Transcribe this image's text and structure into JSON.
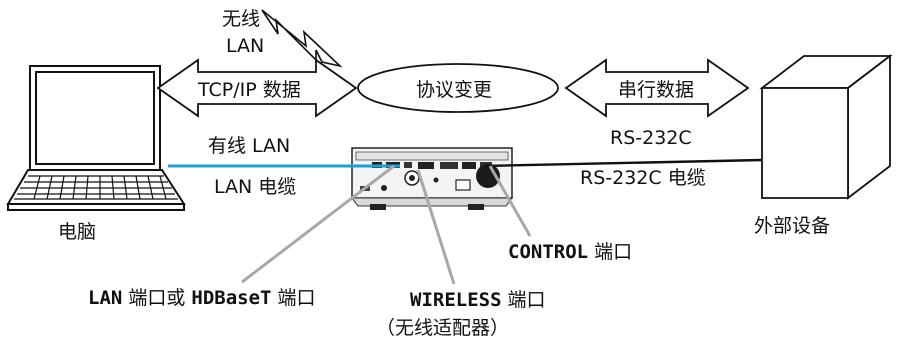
{
  "labels": {
    "wireless_lan_line1": "无线",
    "wireless_lan_line2": "LAN",
    "tcp_ip_data": "TCP/IP 数据",
    "protocol_conversion": "协议变更",
    "serial_data": "串行数据",
    "wired_lan": "有线 LAN",
    "lan_cable": "LAN 电缆",
    "rs232c": "RS-232C",
    "rs232c_cable": "RS-232C 电缆",
    "computer": "电脑",
    "external_device": "外部设备",
    "control_port_bold": "CONTROL",
    "control_port_rest": " 端口",
    "lan_port_bold1": "LAN",
    "lan_port_mid": " 端口或 ",
    "lan_port_bold2": "HDBaseT",
    "lan_port_rest": " 端口",
    "wireless_port_bold": "WIRELESS",
    "wireless_port_rest": " 端口",
    "wireless_adapter": "（无线适配器）"
  },
  "colors": {
    "lan_cable": "#1aa1d8",
    "rs232c_cable": "#111111",
    "pointer_lines": "#a8a8a8",
    "outline": "#111111"
  }
}
